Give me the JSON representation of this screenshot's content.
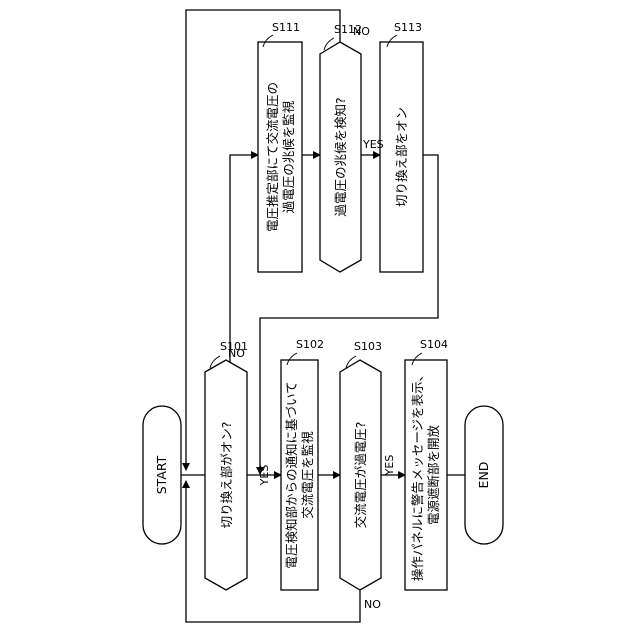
{
  "flowchart": {
    "start": "START",
    "end": "END",
    "steps": {
      "s101": {
        "id": "S101",
        "text": "切り換え部がオン?"
      },
      "s102": {
        "id": "S102",
        "lines": [
          "電圧検知部からの通知に基づいて",
          "交流電圧を監視"
        ]
      },
      "s103": {
        "id": "S103",
        "text": "交流電圧が過電圧?"
      },
      "s104": {
        "id": "S104",
        "lines": [
          "操作パネルに警告メッセージを表示、",
          "電源遮断部を開放"
        ]
      },
      "s111": {
        "id": "S111",
        "lines": [
          "電圧推定部にて交流電圧の",
          "過電圧の兆候を監視"
        ]
      },
      "s112": {
        "id": "S112",
        "text": "過電圧の兆候を検知?"
      },
      "s113": {
        "id": "S113",
        "text": "切り換え部をオン"
      }
    },
    "branch_labels": {
      "s101_yes": "YES",
      "s101_no": "NO",
      "s103_yes": "YES",
      "s103_no": "NO",
      "s112_yes": "YES",
      "s112_no": "NO"
    }
  }
}
